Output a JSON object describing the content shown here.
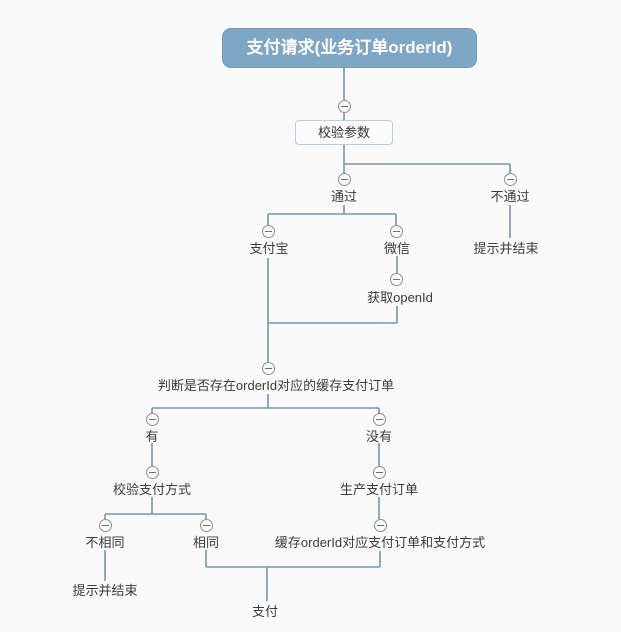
{
  "diagram": {
    "type": "mindmap-flowchart",
    "root": {
      "label": "支付请求(业务订单orderId)"
    },
    "nodes": {
      "validate": {
        "label": "校验参数"
      },
      "pass": {
        "label": "通过"
      },
      "not_pass": {
        "label": "不通过"
      },
      "notify_end_right": {
        "label": "提示并结束"
      },
      "alipay": {
        "label": "支付宝"
      },
      "wechat": {
        "label": "微信"
      },
      "get_openid": {
        "label": "获取openId"
      },
      "judge_cache": {
        "label": "判断是否存在orderId对应的缓存支付订单"
      },
      "has": {
        "label": "有"
      },
      "has_not": {
        "label": "没有"
      },
      "check_pay_method": {
        "label": "校验支付方式"
      },
      "create_pay_order": {
        "label": "生产支付订单"
      },
      "not_same": {
        "label": "不相同"
      },
      "same": {
        "label": "相同"
      },
      "cache_order": {
        "label": "缓存orderId对应支付订单和支付方式"
      },
      "notify_end_left": {
        "label": "提示并结束"
      },
      "pay": {
        "label": "支付"
      }
    },
    "icons": {
      "collapse": "minus-circle-icon"
    },
    "colors": {
      "background": "#fafafa",
      "root_fill": "#7da7c5",
      "root_border": "#6f9cbe",
      "root_text": "#ffffff",
      "box_fill": "#fcfcfc",
      "box_border": "#b7cfe0",
      "connector_line": "#7197b7",
      "collapse_border": "#909090",
      "label_text": "#3c3c3c"
    }
  }
}
